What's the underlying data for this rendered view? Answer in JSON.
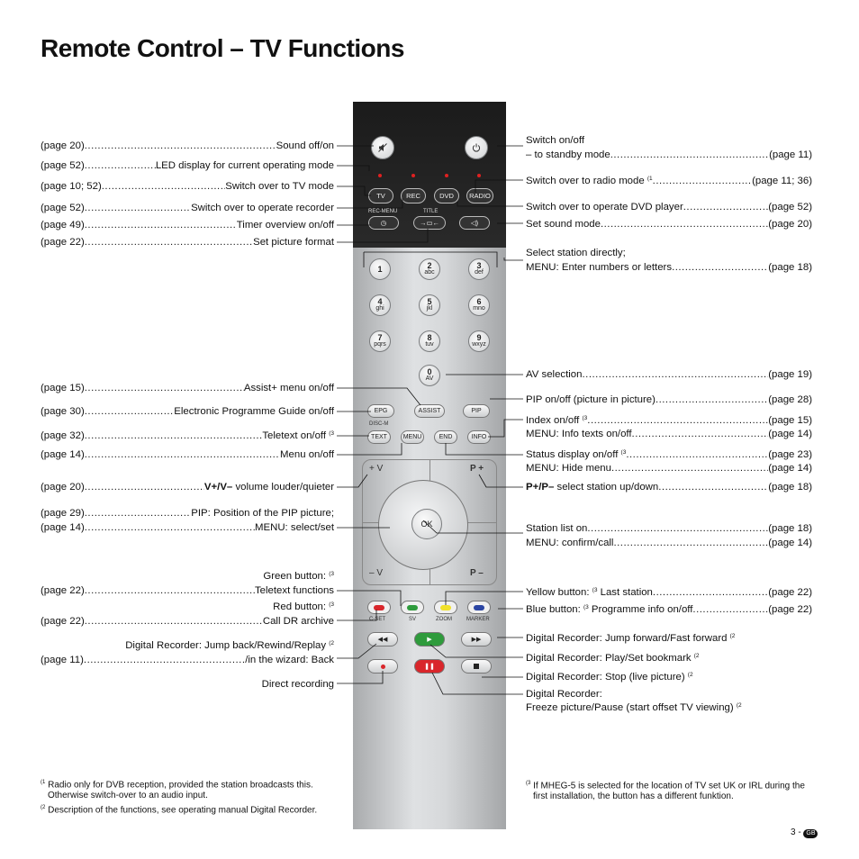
{
  "page_title": "Remote Control – TV Functions",
  "left_labels": [
    {
      "page": "(page 20)",
      "text": "Sound off/on"
    },
    {
      "page": "(page 52)",
      "text": "LED display for current operating mode"
    },
    {
      "page": "(page 10; 52)",
      "text": "Switch over to TV mode"
    },
    {
      "page": "(page 52)",
      "text": "Switch over to operate recorder"
    },
    {
      "page": "(page 49)",
      "text": "Timer overview on/off"
    },
    {
      "page": "(page 22)",
      "text": "Set picture format"
    },
    {
      "page": "(page 15)",
      "text": "Assist+ menu on/off"
    },
    {
      "page": "(page 30)",
      "text": "Electronic Programme Guide on/off"
    },
    {
      "page": "(page 32)",
      "text": "Teletext on/off",
      "sup": "(3"
    },
    {
      "page": "(page 14)",
      "text": "Menu on/off"
    },
    {
      "page": "(page 20)",
      "text_bold": "V+/V–",
      "text": " volume louder/quieter"
    },
    {
      "page": "(page 29)",
      "text": "PIP: Position of the PIP picture;"
    },
    {
      "page": "(page 14)",
      "text": "MENU: select/set"
    },
    {
      "page": "(page 22)",
      "text": "Teletext functions"
    },
    {
      "page": "(page 22)",
      "text": "Call DR archive"
    },
    {
      "page": "(page 11)",
      "text": "/in the wizard: Back"
    }
  ],
  "left_plain": {
    "green": "Green button:",
    "green_sup": "(3",
    "red": "Red button:",
    "red_sup": "(3",
    "dr_back": "Digital Recorder: Jump back/Rewind/Replay",
    "dr_back_sup": "(2",
    "direct_rec": "Direct recording"
  },
  "right_labels": {
    "switch_onoff_1": "Switch on/off",
    "switch_onoff_2": "– to standby mode",
    "switch_onoff_page": "(page 11)",
    "radio": "Switch over to radio mode",
    "radio_sup": "(1",
    "radio_page": "(page 11; 36)",
    "dvd": "Switch over to operate DVD player",
    "dvd_page": "(page 52)",
    "sound": "Set sound mode",
    "sound_page": "(page 20)",
    "station_1": "Select station directly;",
    "station_2": "MENU: Enter numbers or letters",
    "station_page": "(page 18)",
    "av": "AV selection",
    "av_page": "(page 19)",
    "pip": "PIP on/off (picture in picture)",
    "pip_page": "(page 28)",
    "index": "Index on/off",
    "index_sup": "(3",
    "index_page": "(page 15)",
    "menu_info": "MENU: Info texts on/off",
    "menu_info_page": "(page 14)",
    "status": "Status display on/off",
    "status_sup": "(3",
    "status_page": "(page 23)",
    "hide_menu": "MENU: Hide menu",
    "hide_menu_page": "(page 14)",
    "pp_bold": "P+/P–",
    "pp": " select station up/down",
    "pp_page": "(page 18)",
    "station_list": "Station list on",
    "station_list_page": "(page 18)",
    "confirm": "MENU: confirm/call",
    "confirm_page": "(page 14)",
    "yellow": "Yellow button:",
    "yellow_sup": "(3",
    "yellow_text": "Last station",
    "yellow_page": "(page 22)",
    "blue": "Blue button:",
    "blue_sup": "(3",
    "blue_text": "Programme info on/off",
    "blue_page": "(page 22)",
    "dr_fwd": "Digital Recorder: Jump forward/Fast forward",
    "dr_fwd_sup": "(2",
    "dr_play": "Digital Recorder: Play/Set bookmark",
    "dr_play_sup": "(2",
    "dr_stop": "Digital Recorder: Stop (live picture)",
    "dr_stop_sup": "(2",
    "dr_pause_1": "Digital Recorder:",
    "dr_pause_2": "Freeze picture/Pause (start offset TV viewing)",
    "dr_pause_sup": "(2"
  },
  "remote_buttons": {
    "tv": "TV",
    "rec": "REC",
    "dvd": "DVD",
    "radio": "RADIO",
    "rec_menu": "REC-MENU",
    "title": "TITLE",
    "keys": [
      {
        "n": "1",
        "s": ""
      },
      {
        "n": "2",
        "s": "abc"
      },
      {
        "n": "3",
        "s": "def"
      },
      {
        "n": "4",
        "s": "ghi"
      },
      {
        "n": "5",
        "s": "jkl"
      },
      {
        "n": "6",
        "s": "mno"
      },
      {
        "n": "7",
        "s": "pqrs"
      },
      {
        "n": "8",
        "s": "tuv"
      },
      {
        "n": "9",
        "s": "wxyz"
      },
      {
        "n": "0",
        "s": "AV"
      }
    ],
    "assist": "ASSIST",
    "epg": "EPG",
    "pip": "PIP",
    "disc_m": "DISC-M",
    "text": "TEXT",
    "menu": "MENU",
    "end": "END",
    "info": "INFO",
    "vplus": "+ V",
    "vminus": "– V",
    "pplus": "P +",
    "pminus": "P –",
    "ok": "OK",
    "cset": "C-SET",
    "sv": "SV",
    "zoom": "ZOOM",
    "marker": "MARKER",
    "colors": {
      "red": "#d9262b",
      "green": "#2e9b3c",
      "yellow": "#f1e12a",
      "blue": "#2b45a3"
    }
  },
  "footnotes": {
    "f1_mark": "(1",
    "f1": "Radio only for DVB reception, provided the station broadcasts this.",
    "f1b": "Otherwise switch-over to an audio input.",
    "f2_mark": "(2",
    "f2": "Description of the functions, see operating manual Digital Recorder.",
    "f3_mark": "(3",
    "f3": "If MHEG-5 is selected for the location of TV set UK or IRL during the",
    "f3b": "first installation, the button has a different funktion."
  },
  "page_number": "3 -",
  "country_badge": "GB"
}
